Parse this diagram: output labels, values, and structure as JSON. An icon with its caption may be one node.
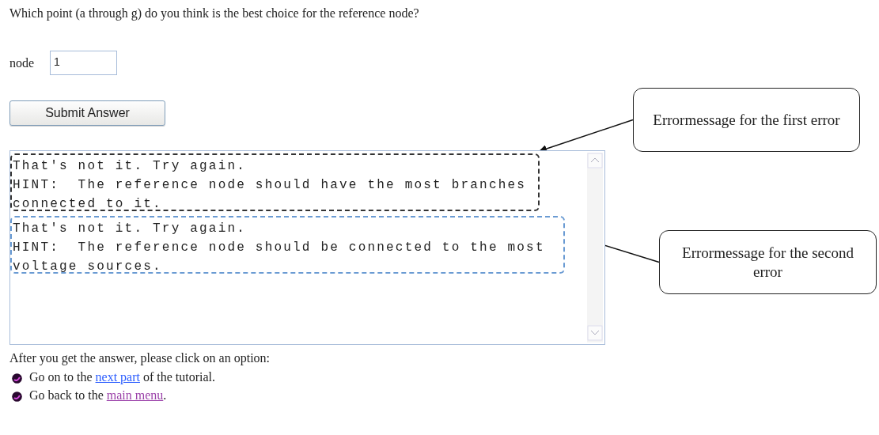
{
  "diagram": {
    "nodes": [
      {
        "text": [],
        "shape": "box"
      },
      {
        "text": [
          "That's not it. Try again.",
          "HINT:  The reference node should have the most branches connected to it."
        ],
        "in": 0
      },
      {
        "text": [
          "That's not it. Try again.",
          "HINT:  The reference node should be connected to the most voltage sources."
        ],
        "in": 0
      },
      {
        "text": [
          "Errormessage for the first error"
        ]
      },
      {
        "text": [
          "Errormessage for the second error"
        ]
      }
    ],
    "edges": [
      {
        "from": 3,
        "to": 1,
        "arrow": "to"
      },
      {
        "from": 4,
        "to": 2,
        "arrow": "to"
      }
    ],
    "labels": [
      "Which point (a through g) do you think is the best choice for the reference node?",
      "node",
      "1",
      "Submit Answer",
      "After you get the answer, please click on an option:",
      "Go on to the",
      "next part",
      "of the tutorial.",
      "Go back to the",
      "main menu",
      "."
    ]
  }
}
